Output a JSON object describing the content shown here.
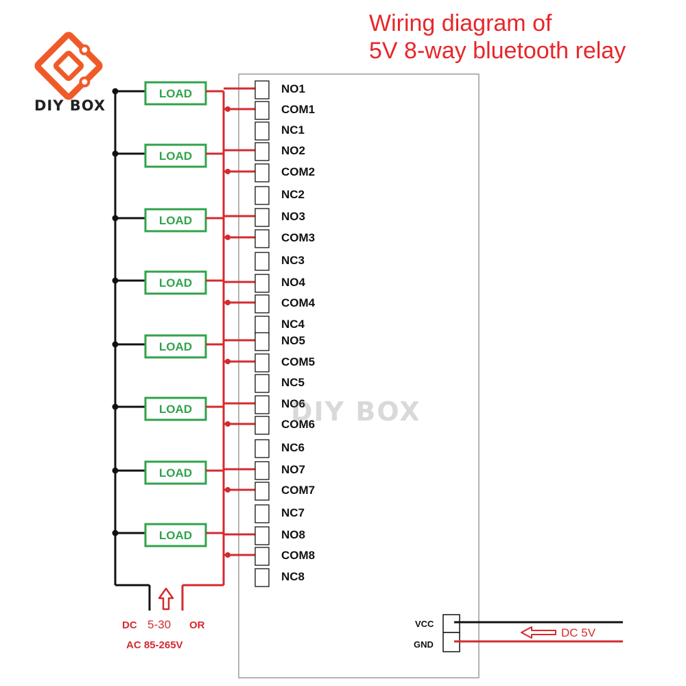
{
  "title": {
    "line1": "Wiring diagram of",
    "line2": "5V 8-way bluetooth relay"
  },
  "brand": {
    "logo_text": "DIY BOX",
    "watermark_text": "DIY BOX",
    "logo_color": "#f05a28"
  },
  "loads": [
    "LOAD",
    "LOAD",
    "LOAD",
    "LOAD",
    "LOAD",
    "LOAD",
    "LOAD",
    "LOAD"
  ],
  "channels": [
    {
      "no": "NO1",
      "com": "COM1",
      "nc": "NC1"
    },
    {
      "no": "NO2",
      "com": "COM2",
      "nc": "NC2"
    },
    {
      "no": "NO3",
      "com": "COM3",
      "nc": "NC3"
    },
    {
      "no": "NO4",
      "com": "COM4",
      "nc": "NC4"
    },
    {
      "no": "NO5",
      "com": "COM5",
      "nc": "NC5"
    },
    {
      "no": "NO6",
      "com": "COM6",
      "nc": "NC6"
    },
    {
      "no": "NO7",
      "com": "COM7",
      "nc": "NC7"
    },
    {
      "no": "NO8",
      "com": "COM8",
      "nc": "NC8"
    }
  ],
  "power_input": {
    "vcc": "VCC",
    "gnd": "GND",
    "supply": "DC 5V"
  },
  "load_supply": {
    "dc_prefix": "DC",
    "dc_range": "5-30",
    "or": "OR",
    "ac": "AC 85-265V"
  },
  "colors": {
    "title": "#e8262a",
    "wire_red": "#d42a2e",
    "wire_black": "#111111",
    "load_border": "#2fa34a",
    "load_text": "#2fa34a"
  }
}
